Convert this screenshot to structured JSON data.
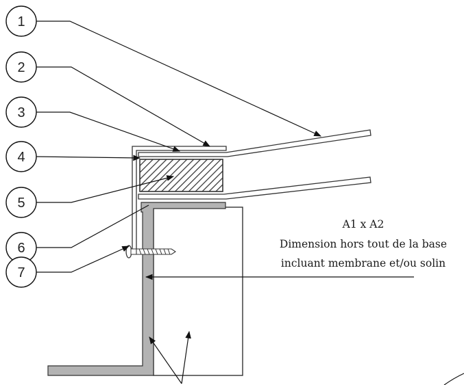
{
  "callouts": [
    "1",
    "2",
    "3",
    "4",
    "5",
    "6",
    "7"
  ],
  "note": {
    "line1": "A1 x A2",
    "line2": "Dimension hors tout de la base",
    "line3": "incluant membrane et/ou solin"
  },
  "colors": {
    "stroke": "#333333",
    "gray_fill": "#b3b3b3",
    "hatch": "#3a3a3a"
  }
}
